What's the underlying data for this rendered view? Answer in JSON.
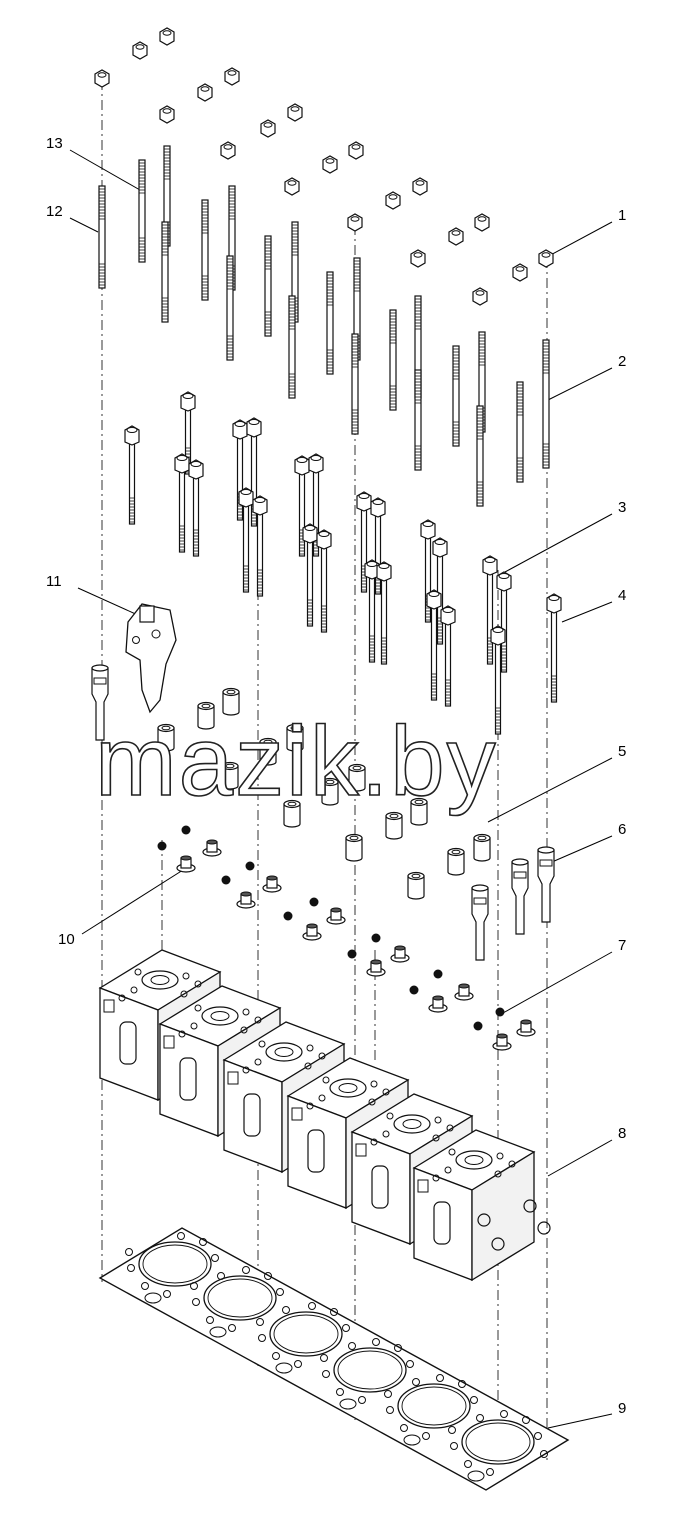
{
  "diagram": {
    "watermark": "mazik.by",
    "callouts": [
      {
        "id": "1",
        "label": "1"
      },
      {
        "id": "2",
        "label": "2"
      },
      {
        "id": "3",
        "label": "3"
      },
      {
        "id": "4",
        "label": "4"
      },
      {
        "id": "5",
        "label": "5"
      },
      {
        "id": "6",
        "label": "6"
      },
      {
        "id": "7",
        "label": "7"
      },
      {
        "id": "8",
        "label": "8"
      },
      {
        "id": "9",
        "label": "9"
      },
      {
        "id": "10",
        "label": "10"
      },
      {
        "id": "11",
        "label": "11"
      },
      {
        "id": "12",
        "label": "12"
      },
      {
        "id": "13",
        "label": "13"
      }
    ],
    "colors": {
      "ink": "#111111",
      "paper": "#ffffff",
      "gray": "#bdbdbd"
    }
  }
}
